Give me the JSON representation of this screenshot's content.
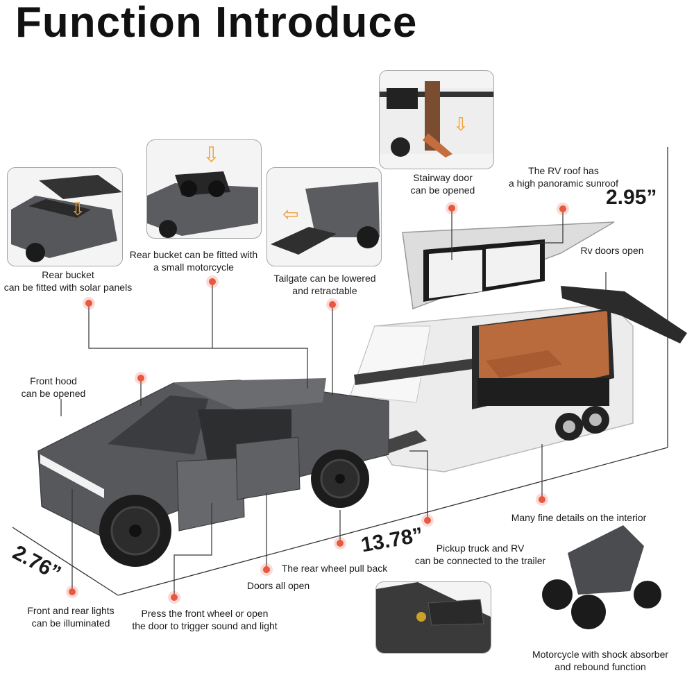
{
  "title": "Function Introduce",
  "callouts": {
    "rear_bucket_solar": [
      "Rear bucket",
      "can be fitted with solar panels"
    ],
    "rear_bucket_moto": [
      "Rear bucket can be fitted with",
      "a small motorcycle"
    ],
    "tailgate": [
      "Tailgate can be lowered",
      "and retractable"
    ],
    "stairway": [
      "Stairway door",
      "can be opened"
    ],
    "rv_roof": [
      "The RV roof has",
      "a high panoramic sunroof"
    ],
    "rv_doors": [
      "Rv doors open"
    ],
    "front_hood": [
      "Front hood",
      "can be opened"
    ],
    "interior": [
      "Many fine details on the interior"
    ],
    "pickup_rv": [
      "Pickup truck and RV",
      "can be connected to the trailer"
    ],
    "rear_wheel": [
      "The rear wheel pull back"
    ],
    "doors_all": [
      "Doors all open"
    ],
    "lights": [
      "Front and rear lights",
      "can be illuminated"
    ],
    "sound": [
      "Press the front wheel or open",
      "the door to trigger sound and light"
    ],
    "motorcycle": [
      "Motorcycle with shock absorber",
      "and rebound function"
    ]
  },
  "dimensions": {
    "height": "2.95”",
    "length": "13.78”",
    "width": "2.76”"
  },
  "colors": {
    "accent_dot": "#e8573f",
    "truck_body": "#56585b",
    "trailer_body": "#eeeeee",
    "interior": "#b96b3e"
  },
  "icons": [
    "arrow-down-icon",
    "arrow-left-icon"
  ]
}
